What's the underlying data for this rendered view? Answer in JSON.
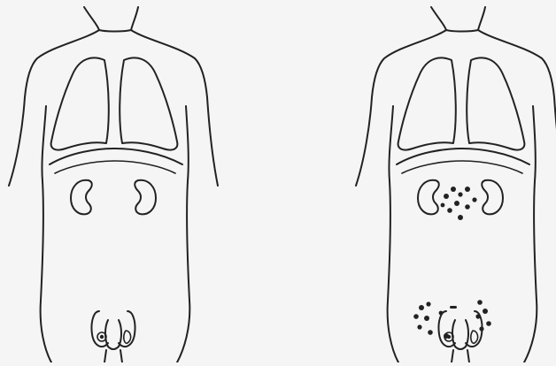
{
  "figure": {
    "panels": [
      {
        "id": "left-figure",
        "description_name": "normal-torso",
        "metastasis_dots": "none"
      },
      {
        "id": "right-figure",
        "description_name": "torso-with-lymph-node-spread",
        "metastasis_dots": "abdominal-and-inguinal"
      }
    ],
    "colors": {
      "background": "#f4f5f4",
      "stroke": "#222222"
    }
  }
}
